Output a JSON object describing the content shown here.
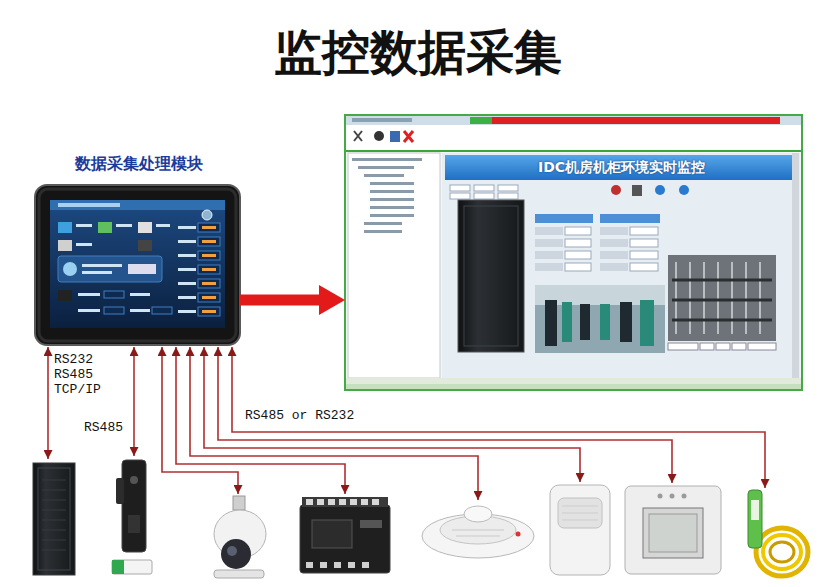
{
  "diagram": {
    "title": "监控数据采集",
    "nodes": [
      {
        "text": [
          "数据采集处理模块"
        ]
      },
      {
        "text": [
          "IDC机房机柜环境实时监控"
        ]
      }
    ],
    "edges": [
      {
        "from": 0,
        "to": 1,
        "arrow": "to"
      }
    ],
    "labels": [
      "RS232 RS485 TCP/IP",
      "RS485",
      "RS485 or RS232"
    ]
  }
}
